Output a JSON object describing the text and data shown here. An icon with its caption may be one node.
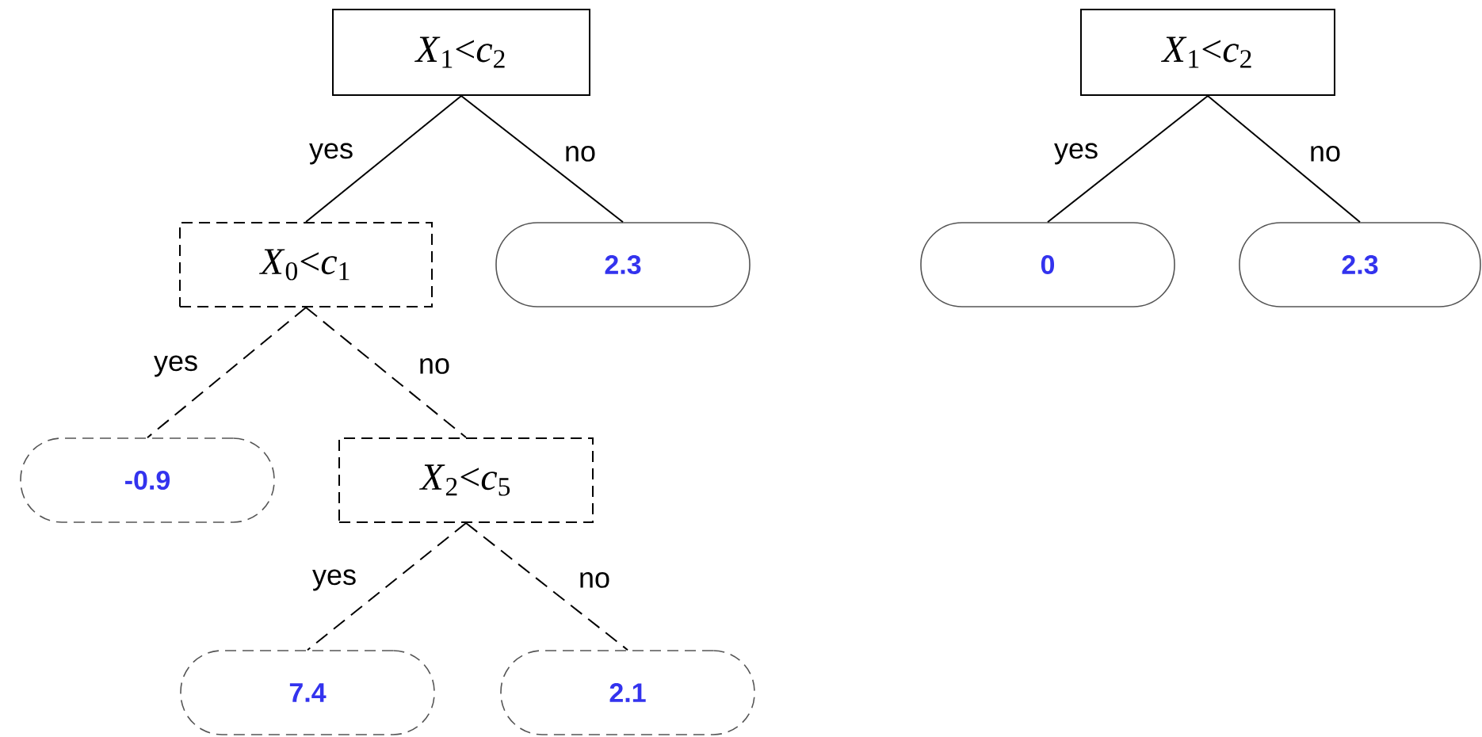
{
  "diagram": {
    "nodes": [
      {
        "text": [
          "*X*$_{1}$<*c*$_{2}$"
        ]
      },
      {
        "text": [
          "*X*$_{0}$<*c*$_{1}$"
        ]
      },
      {
        "text": [
          "2.3"
        ]
      },
      {
        "text": [
          "-0.9"
        ]
      },
      {
        "text": [
          "*X*$_{2}$<*c*$_{5}$"
        ]
      },
      {
        "text": [
          "7.4"
        ]
      },
      {
        "text": [
          "2.1"
        ]
      },
      {
        "text": [
          "*X*$_{1}$<*c*$_{2}$"
        ]
      },
      {
        "text": [
          "0"
        ]
      },
      {
        "text": [
          "2.3"
        ]
      }
    ],
    "edges": [
      {
        "from": 0,
        "to": 1,
        "arrow": "none",
        "label": "yes"
      },
      {
        "from": 0,
        "to": 2,
        "arrow": "none",
        "label": "no"
      },
      {
        "from": 1,
        "to": 3,
        "arrow": "none",
        "label": "yes",
        "style": "dashed"
      },
      {
        "from": 1,
        "to": 4,
        "arrow": "none",
        "label": "no",
        "style": "dashed"
      },
      {
        "from": 4,
        "to": 5,
        "arrow": "none",
        "label": "yes",
        "style": "dashed"
      },
      {
        "from": 4,
        "to": 6,
        "arrow": "none",
        "label": "no",
        "style": "dashed"
      },
      {
        "from": 7,
        "to": 8,
        "arrow": "none",
        "label": "yes"
      },
      {
        "from": 7,
        "to": 9,
        "arrow": "none",
        "label": "no"
      }
    ]
  }
}
